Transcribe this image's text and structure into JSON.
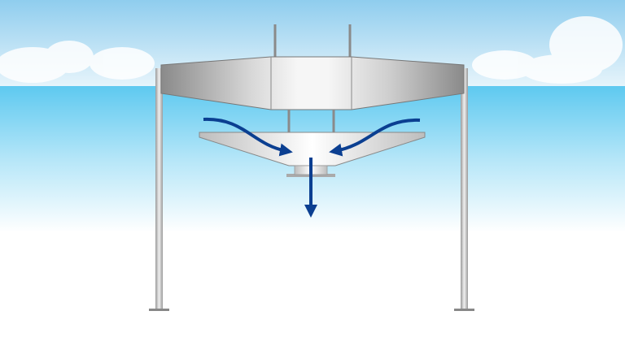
{
  "colors": {
    "sky_top": "#8fcdee",
    "sky_bottom": "#e6f4fb",
    "sea": "#5ec9f0",
    "ground": "#ffffff",
    "metal_dark": "#8c8c8c",
    "metal_light": "#f4f4f4",
    "arrow": "#0b3f91"
  },
  "elements": [
    "sky",
    "clouds",
    "sea",
    "support-posts",
    "hood-housing",
    "intake-cone",
    "airflow-arrows"
  ]
}
